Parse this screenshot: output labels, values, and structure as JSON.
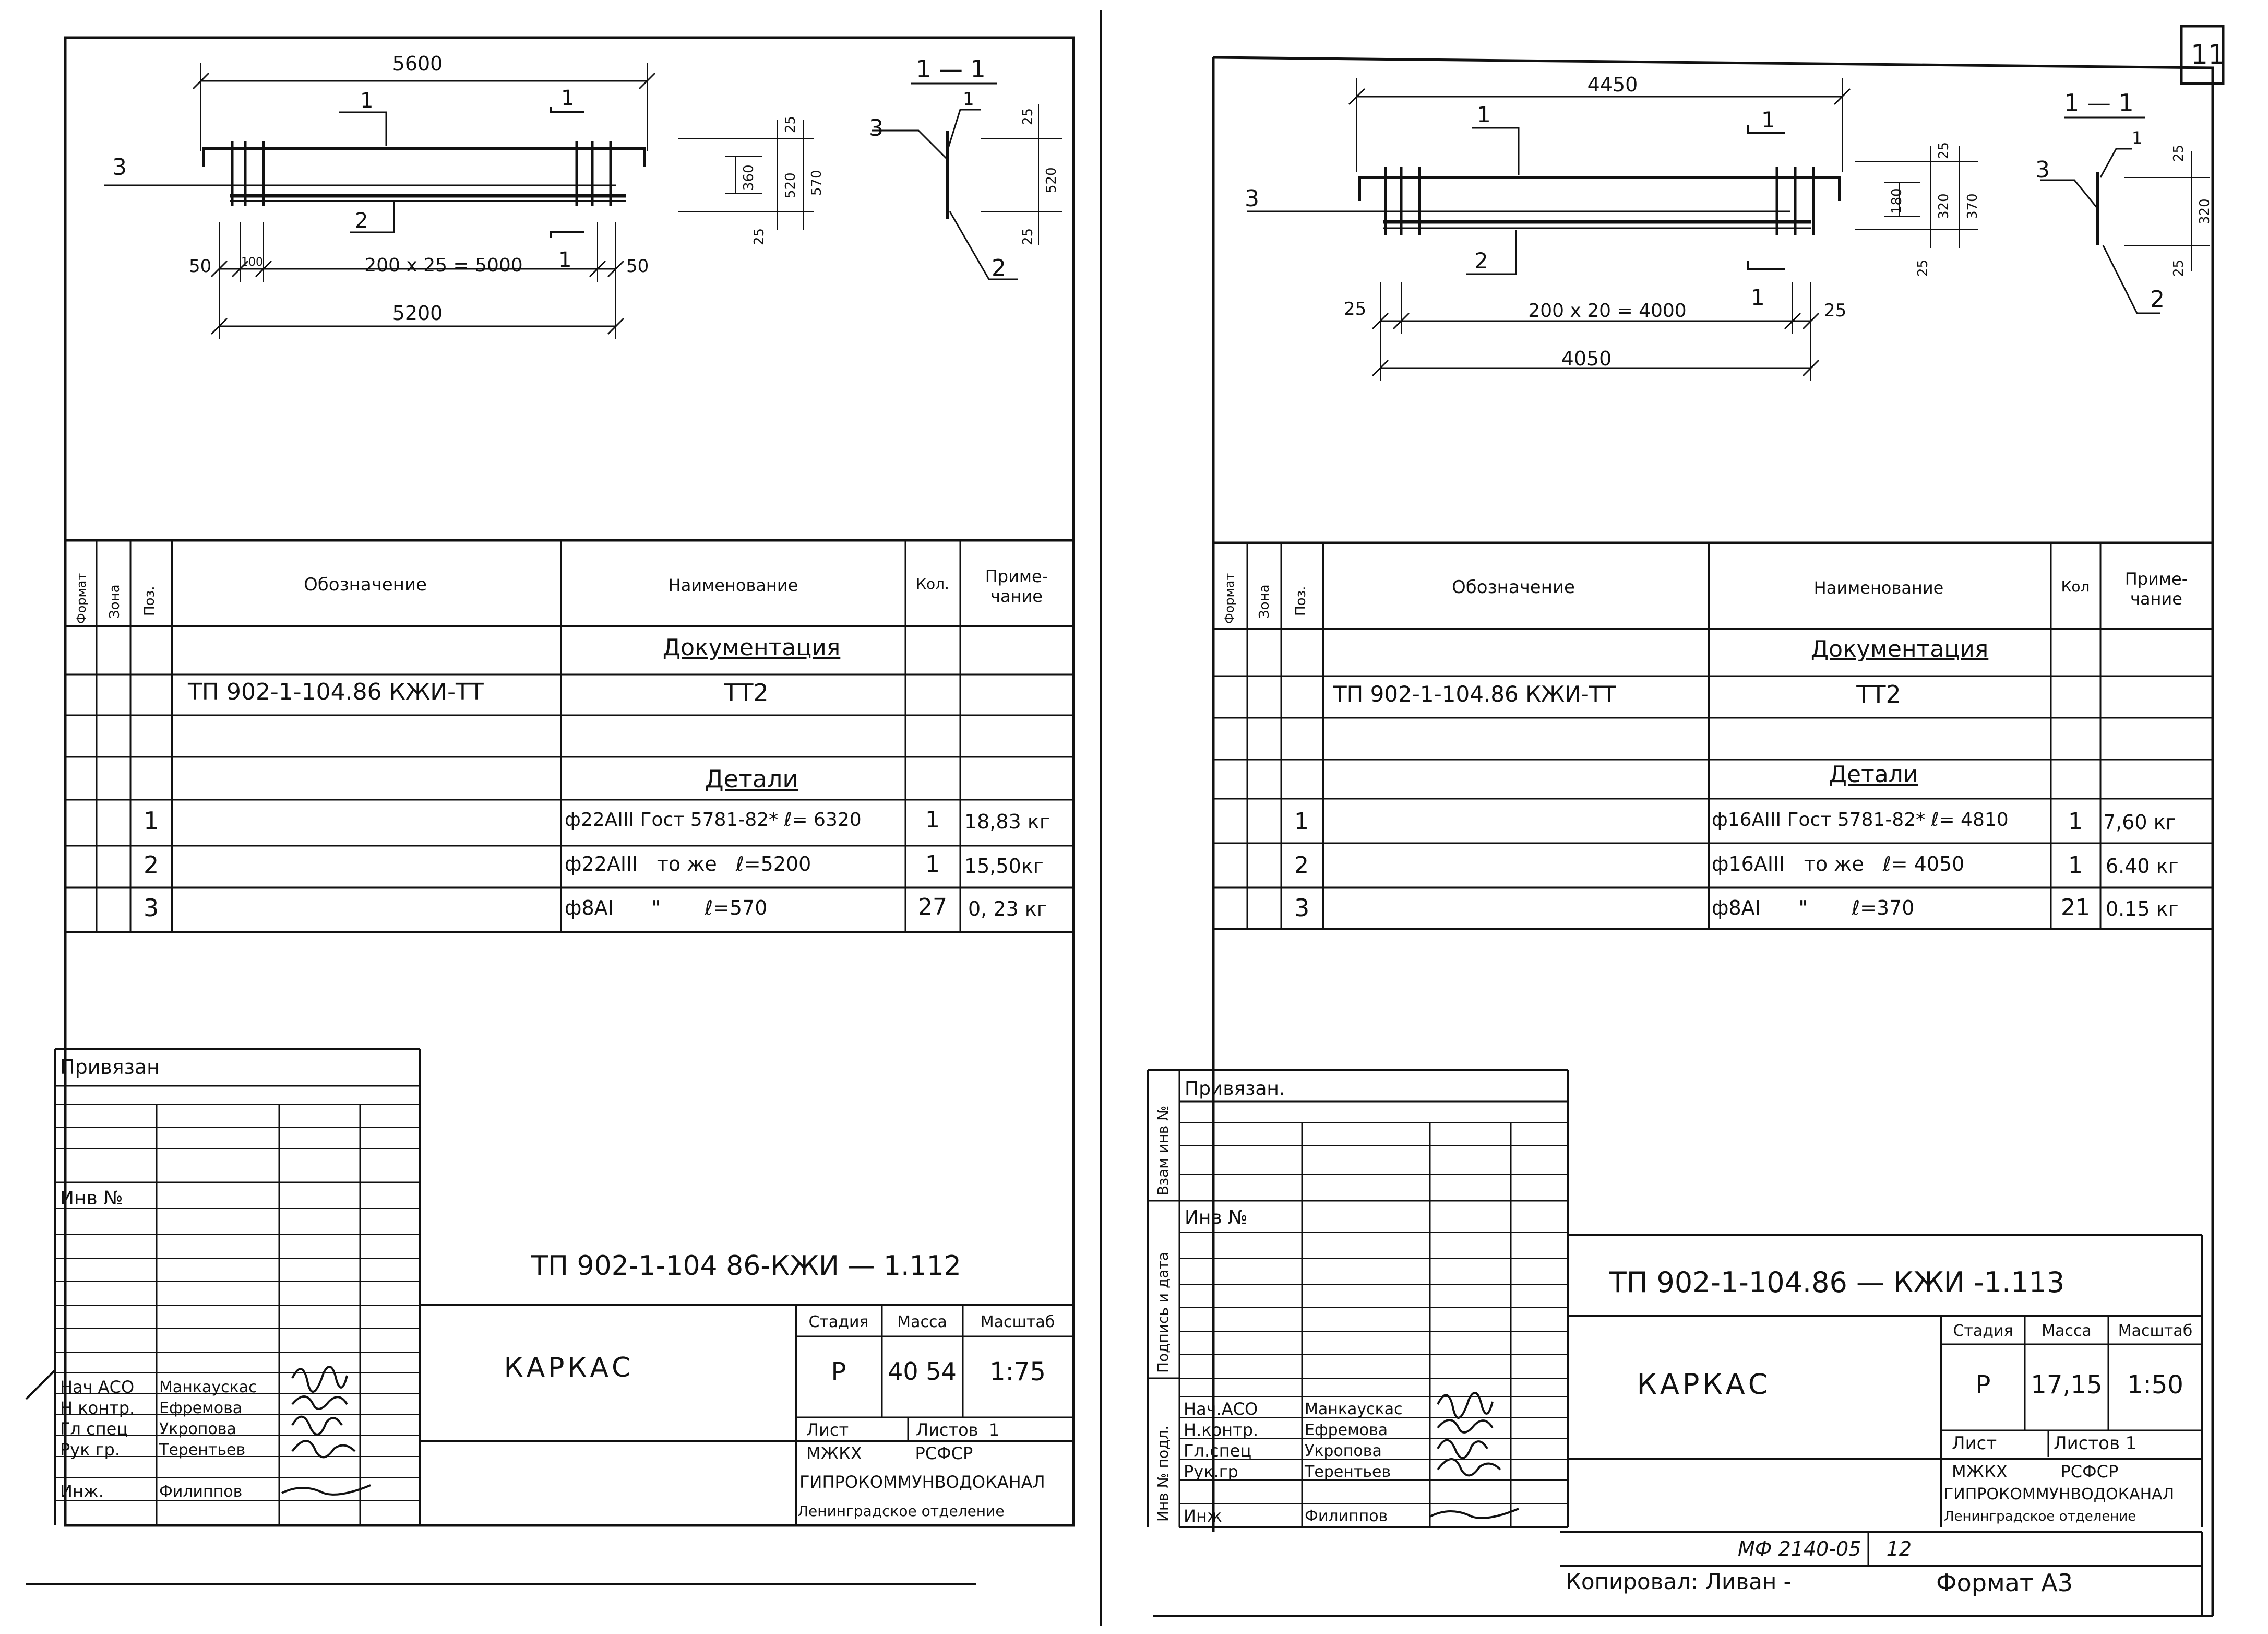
{
  "sheet_number": "11",
  "left": {
    "drawing": {
      "total_length": "5600",
      "span_label": "200 x 25 = 5000",
      "frame_length": "5200",
      "end_left_1": "50",
      "end_left_2": "100",
      "end_right": "50",
      "pos_labels": [
        "1",
        "2",
        "3",
        "1",
        "1"
      ],
      "section_title": "1 — 1",
      "section_dims": [
        "25",
        "360",
        "520",
        "570",
        "25"
      ],
      "section_dims2": [
        "25",
        "520",
        "25"
      ],
      "section_pos": [
        "1",
        "2",
        "3"
      ]
    },
    "table": {
      "headers": {
        "format": "Формат",
        "zone": "Зона",
        "pos": "Поз.",
        "designation": "Обозначение",
        "name": "Наименование",
        "qty": "Кол.",
        "note": "Приме-\nчание"
      },
      "section_doc": "Документация",
      "doc_row": {
        "designation": "ТП 902-1-104.86 КЖИ-ТТ",
        "name": "ТТ2"
      },
      "section_details": "Детали",
      "rows": [
        {
          "pos": "1",
          "name": "ф22АIII Гост 5781-82* ℓ= 6320",
          "qty": "1",
          "note": "18,83 кг"
        },
        {
          "pos": "2",
          "name": "ф22АIII   то же   ℓ=5200",
          "qty": "1",
          "note": "15,50кг"
        },
        {
          "pos": "3",
          "name": "ф8АI      \"       ℓ=570",
          "qty": "27",
          "note": "0, 23 кг"
        }
      ]
    },
    "stamp": {
      "tied": "Привязан",
      "inv": "Инв №",
      "code": "ТП 902-1-104 86-КЖИ — 1.112",
      "title": "КАРКАС",
      "stage_h": "Стадия",
      "mass_h": "Масса",
      "scale_h": "Масштаб",
      "stage": "Р",
      "mass": "40 54",
      "scale": "1:75",
      "sheet": "Лист",
      "sheets": "Листов  1",
      "org1": "МЖКХ          РСФСР",
      "org2": "ГИПРОКОММУНВОДОКАНАЛ",
      "org3": "Ленинградское отделение",
      "staff": [
        {
          "role": "Нач АСО",
          "name": "Манкаускас"
        },
        {
          "role": "Н контр.",
          "name": "Ефремова"
        },
        {
          "role": "Гл спец",
          "name": "Укропова"
        },
        {
          "role": "Рук гр.",
          "name": "Терентьев"
        },
        {
          "role": "Инж.",
          "name": "Филиппов"
        }
      ]
    }
  },
  "right": {
    "drawing": {
      "total_length": "4450",
      "span_label": "200 x 20 = 4000",
      "frame_length": "4050",
      "end_left": "25",
      "end_right": "25",
      "pos_labels": [
        "1",
        "1",
        "2",
        "3",
        "1"
      ],
      "section_title": "1 — 1",
      "section_dims": [
        "25",
        "180",
        "320",
        "370",
        "25"
      ],
      "section_dims2": [
        "25",
        "320",
        "25"
      ],
      "section_pos": [
        "1",
        "2",
        "3"
      ]
    },
    "table": {
      "headers": {
        "format": "Формат",
        "zone": "Зона",
        "pos": "Поз.",
        "designation": "Обозначение",
        "name": "Наименование",
        "qty": "Кол",
        "note": "Приме-\nчание"
      },
      "section_doc": "Документация",
      "doc_row": {
        "designation": "ТП 902-1-104.86 КЖИ-ТТ",
        "name": "ТТ2"
      },
      "section_details": "Детали",
      "rows": [
        {
          "pos": "1",
          "name": "ф16АIII Гост 5781-82* ℓ= 4810",
          "qty": "1",
          "note": "7,60 кг"
        },
        {
          "pos": "2",
          "name": "ф16АIII   то же   ℓ= 4050",
          "qty": "1",
          "note": "6.40 кг"
        },
        {
          "pos": "3",
          "name": "ф8АI      \"       ℓ=370",
          "qty": "21",
          "note": "0.15 кг"
        }
      ]
    },
    "stamp": {
      "tied": "Привязан.",
      "inv": "Инв №",
      "code": "ТП 902-1-104.86 — КЖИ -1.113",
      "title": "КАРКАС",
      "stage_h": "Стадия",
      "mass_h": "Масса",
      "scale_h": "Масштаб",
      "stage": "Р",
      "mass": "17,15",
      "scale": "1:50",
      "sheet": "Лист",
      "sheets": "Листов 1",
      "org1": "МЖКХ          РСФСР",
      "org2": "ГИПРОКОММУНВОДОКАНАЛ",
      "org3": "Ленинградское отделение",
      "side_labels": [
        "Взам инв №",
        "Подпись и дата",
        "Инв № подл."
      ],
      "staff": [
        {
          "role": "Нач.АСО",
          "name": "Манкаускас"
        },
        {
          "role": "Н.контр.",
          "name": "Ефремова"
        },
        {
          "role": "Гл.спец",
          "name": "Укропова"
        },
        {
          "role": "Рук.гр",
          "name": "Терентьев"
        },
        {
          "role": "Инж",
          "name": "Филиппов"
        }
      ]
    },
    "footer": {
      "mf": "МФ 2140-05    12",
      "copied": "Копировал: Ливан -",
      "format": "Формат А3"
    }
  }
}
